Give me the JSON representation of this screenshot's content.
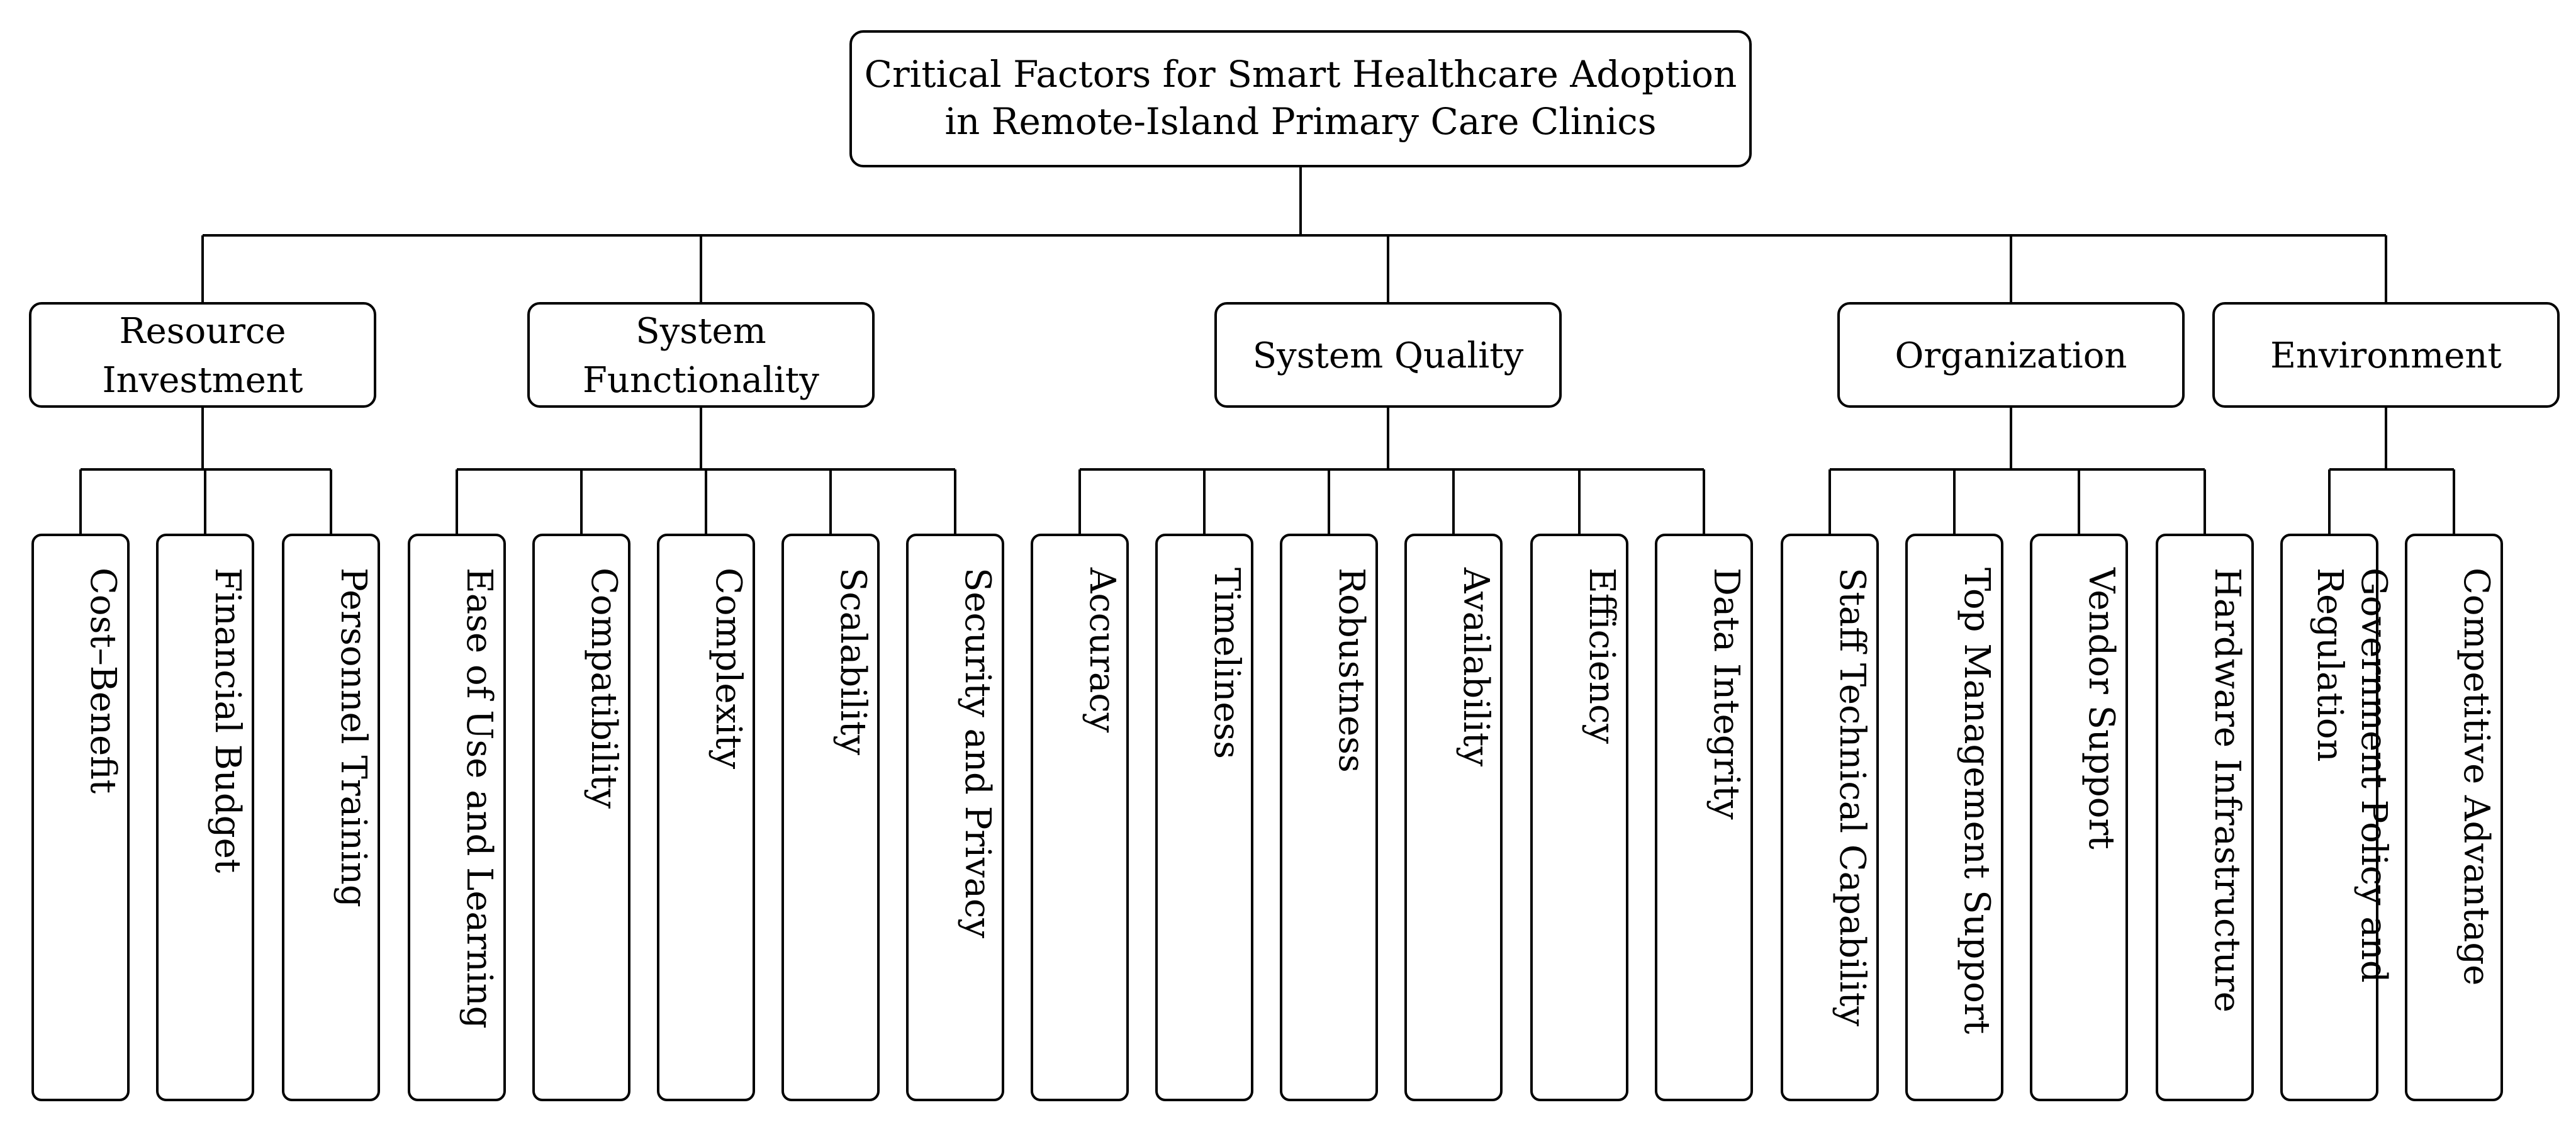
{
  "diagram": {
    "root": {
      "line1": "Critical Factors for Smart Healthcare Adoption",
      "line2": "in Remote-Island Primary Care Clinics"
    },
    "categories": [
      {
        "name": "Resource Investment",
        "label_lines": [
          "Resource",
          "Investment"
        ],
        "factors": [
          {
            "label_lines": [
              "Cost–Benefit"
            ]
          },
          {
            "label_lines": [
              "Financial Budget"
            ]
          },
          {
            "label_lines": [
              "Personnel Training"
            ]
          }
        ]
      },
      {
        "name": "System Functionality",
        "label_lines": [
          "System",
          "Functionality"
        ],
        "factors": [
          {
            "label_lines": [
              "Ease of Use and Learning"
            ]
          },
          {
            "label_lines": [
              "Compatibility"
            ]
          },
          {
            "label_lines": [
              "Complexity"
            ]
          },
          {
            "label_lines": [
              "Scalability"
            ]
          },
          {
            "label_lines": [
              "Security and Privacy"
            ]
          }
        ]
      },
      {
        "name": "System Quality",
        "label_lines": [
          "System Quality"
        ],
        "factors": [
          {
            "label_lines": [
              "Accuracy"
            ]
          },
          {
            "label_lines": [
              "Timeliness"
            ]
          },
          {
            "label_lines": [
              "Robustness"
            ]
          },
          {
            "label_lines": [
              "Availability"
            ]
          },
          {
            "label_lines": [
              "Efficiency"
            ]
          },
          {
            "label_lines": [
              "Data Integrity"
            ]
          }
        ]
      },
      {
        "name": "Organization",
        "label_lines": [
          "Organization"
        ],
        "factors": [
          {
            "label_lines": [
              "Staff Technical Capability"
            ]
          },
          {
            "label_lines": [
              "Top Management Support"
            ]
          },
          {
            "label_lines": [
              "Vendor Support"
            ]
          },
          {
            "label_lines": [
              "Hardware Infrastructure"
            ]
          }
        ]
      },
      {
        "name": "Environment",
        "label_lines": [
          "Environment"
        ],
        "factors": [
          {
            "label_lines": [
              "Government Policy and",
              "Regulation"
            ]
          },
          {
            "label_lines": [
              "Competitive Advantage"
            ]
          }
        ]
      }
    ]
  }
}
